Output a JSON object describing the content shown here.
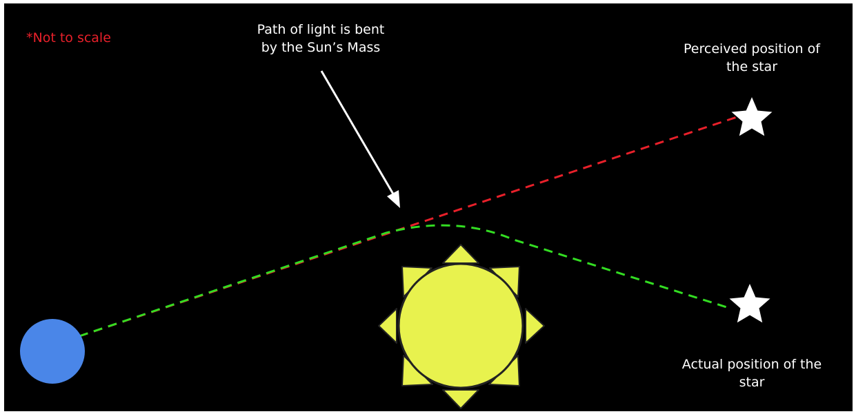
{
  "note": "*Not to scale",
  "labels": {
    "bent_line1": "Path of light is bent",
    "bent_line2": "by the Sun’s Mass",
    "perceived_line1": "Perceived position of",
    "perceived_line2": "the star",
    "actual_line1": "Actual position of the",
    "actual_line2": "star"
  },
  "colors": {
    "background": "#000000",
    "earth": "#4a86e8",
    "sun": "#e8f24e",
    "sun_outline": "#222222",
    "perceived_path": "#e8202a",
    "actual_path": "#33dd22",
    "note_text": "#e8202a",
    "label_text": "#ffffff",
    "star": "#ffffff"
  },
  "icons": {
    "earth": "earth-circle-icon",
    "sun": "sun-icon",
    "perceived_star": "star-icon",
    "actual_star": "star-icon"
  }
}
